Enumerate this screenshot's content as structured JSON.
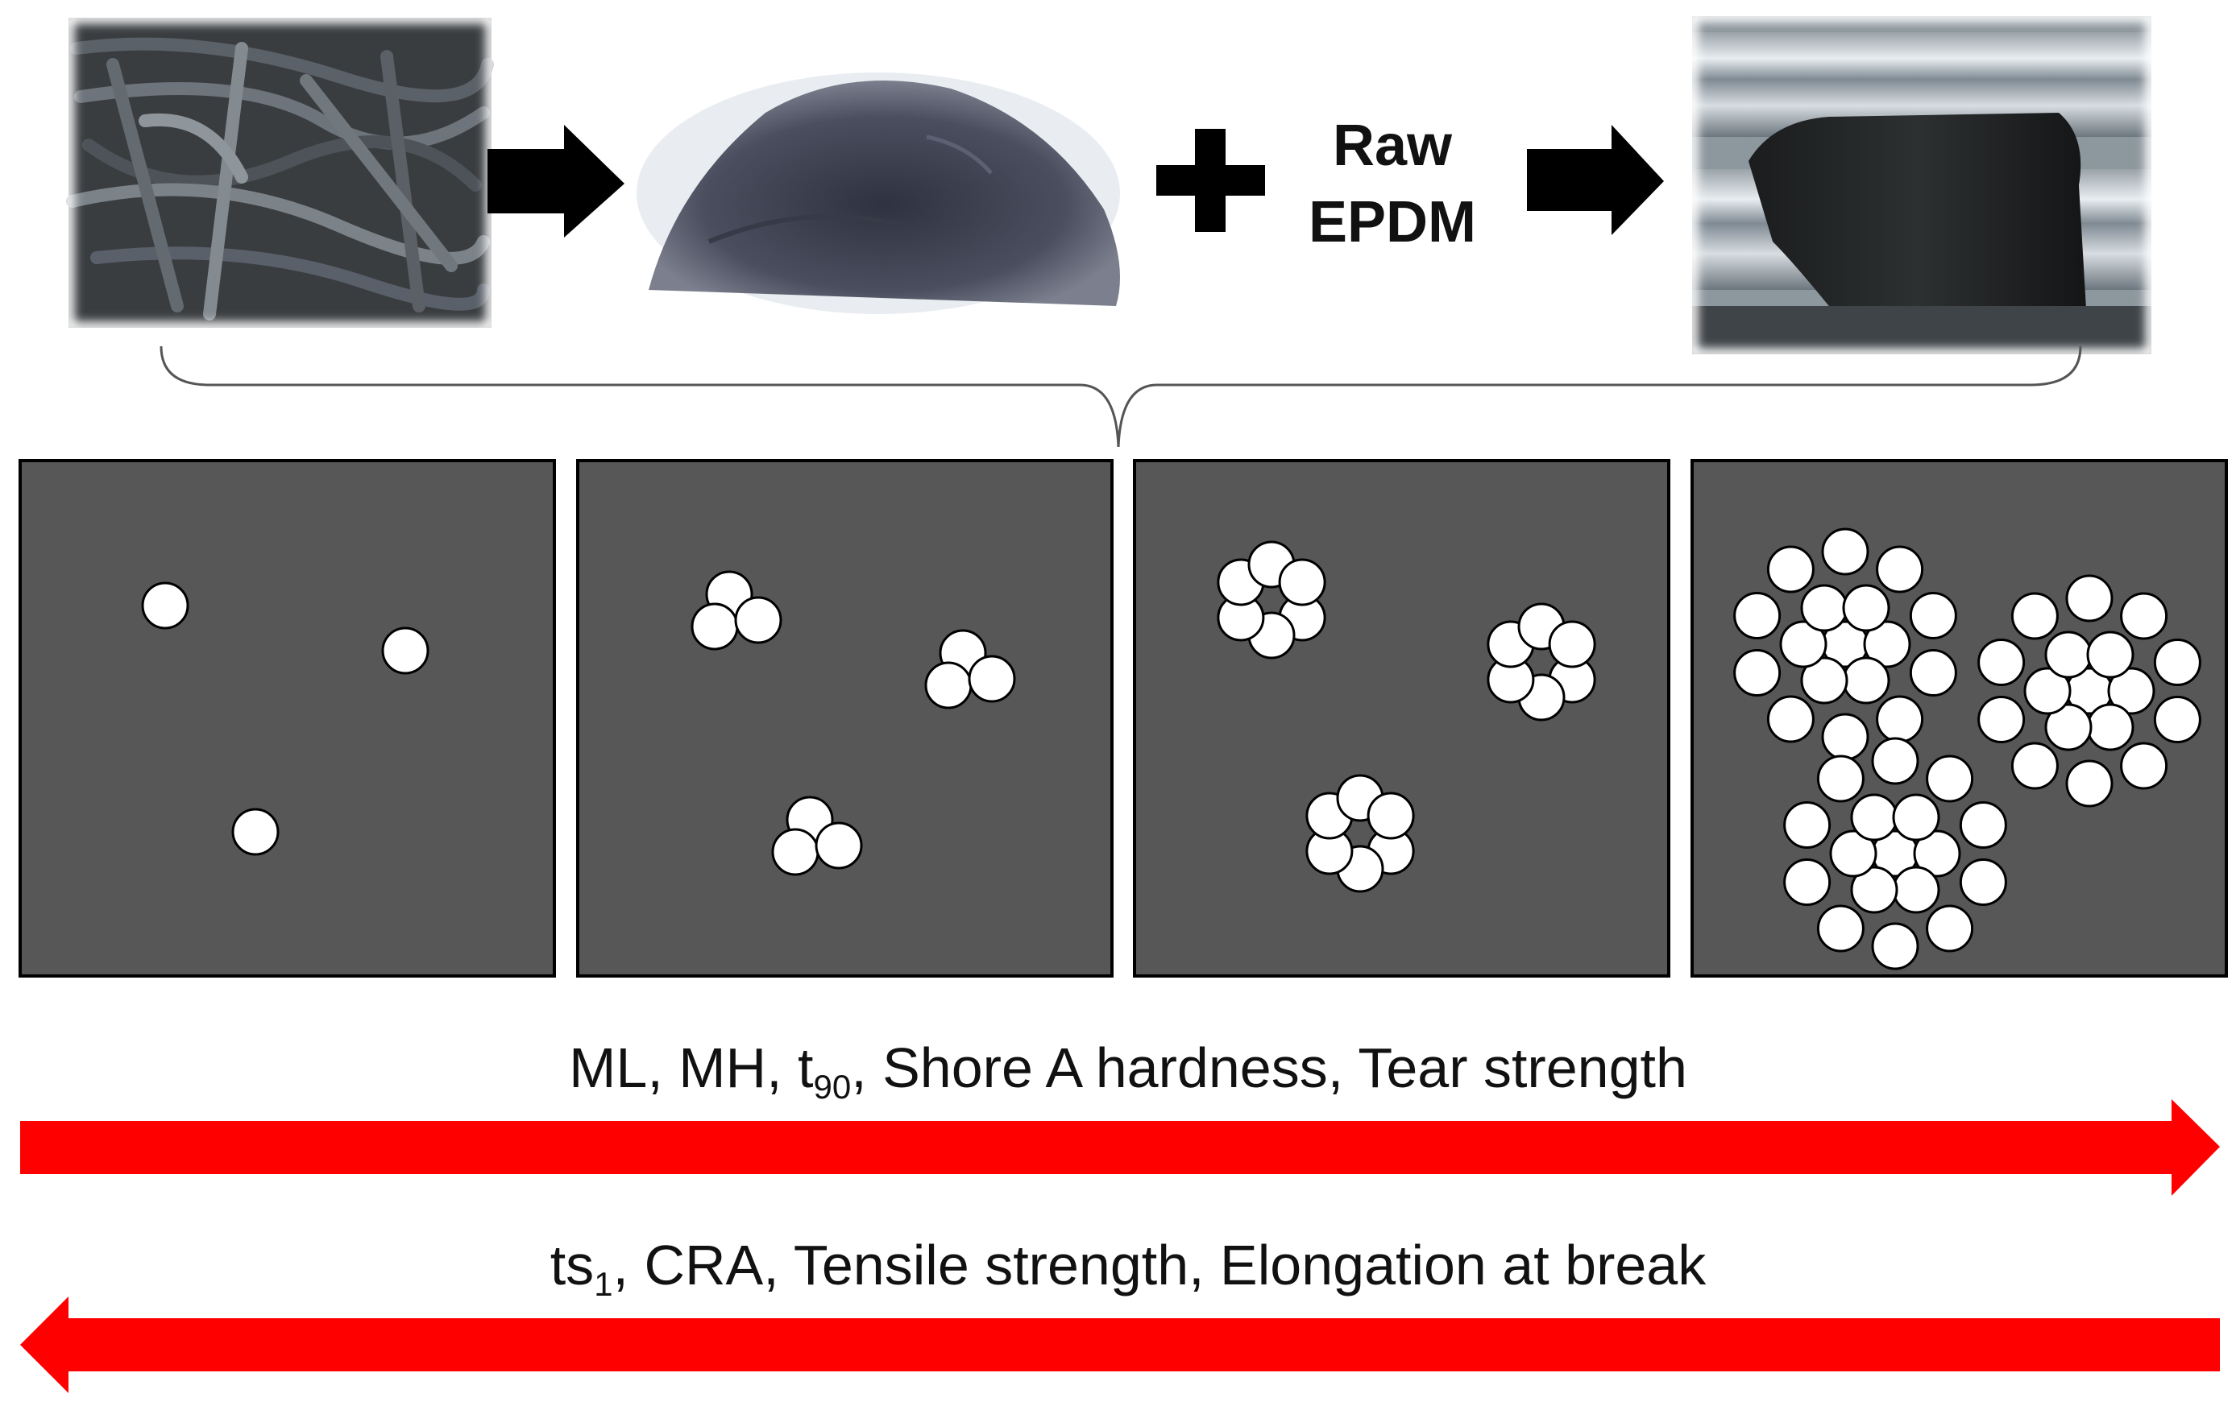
{
  "process": {
    "step1_photo": "scrap-epdm-strips",
    "step2_photo": "ground-rubber-powder",
    "plus_symbol": "plus-icon",
    "raw_line1": "Raw",
    "raw_line2": "EPDM",
    "step3_photo": "two-roll-mill-sheet"
  },
  "panels": [
    {
      "pattern": "single-particles"
    },
    {
      "pattern": "triplet-clusters"
    },
    {
      "pattern": "ring-clusters"
    },
    {
      "pattern": "large-agglomerates"
    }
  ],
  "increasing": {
    "items": [
      "ML, MH, t",
      "90",
      ", Shore A hardness, Tear strength"
    ],
    "direction": "right",
    "color": "#ff0000"
  },
  "decreasing": {
    "items": [
      "ts",
      "1",
      ", CRA, Tensile strength, Elongation at break"
    ],
    "direction": "left",
    "color": "#ff0000"
  },
  "colors": {
    "panel_fill": "#575757",
    "particle_fill": "#ffffff",
    "arrow_black": "#000000"
  }
}
